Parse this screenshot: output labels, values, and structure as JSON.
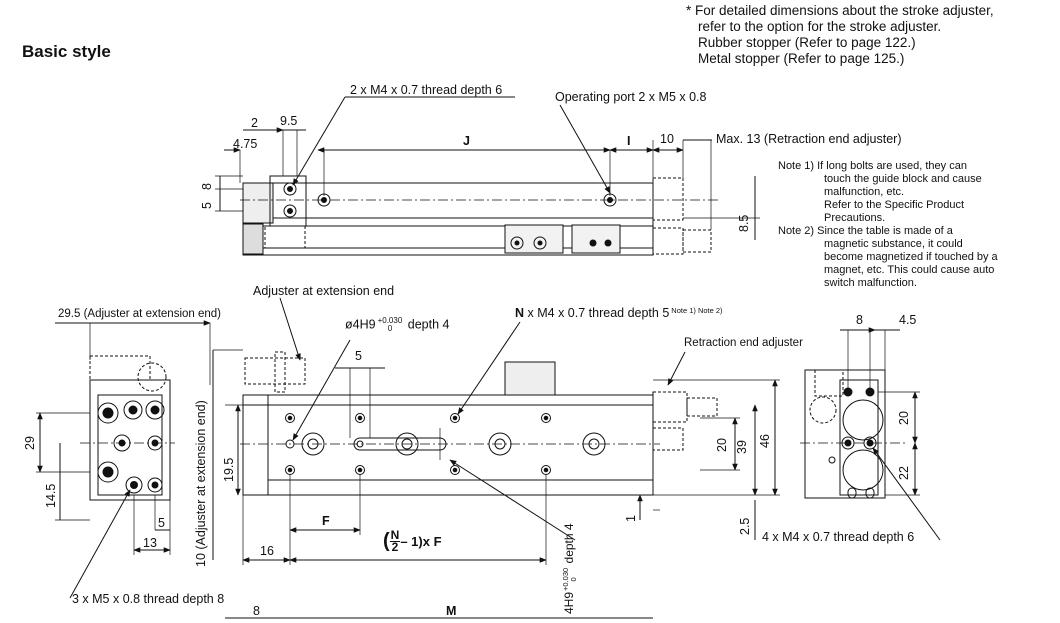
{
  "title": "Basic style",
  "top_note": [
    "* For detailed dimensions about the stroke adjuster,",
    "refer to the option for the stroke adjuster.",
    "Rubber stopper (Refer to page 122.)",
    "Metal stopper (Refer to page 125.)"
  ],
  "notes": [
    "Note 1) If long bolts are used, they can",
    "touch the guide block and cause",
    "malfunction, etc.",
    "Refer to the Specific Product",
    "Precautions.",
    "Note 2) Since the table is made of a",
    "magnetic substance, it could",
    "become magnetized if touched by a",
    "magnet, etc. This could cause auto",
    "switch malfunction."
  ],
  "top_view": {
    "thread_label": "2 x M4 x 0.7 thread depth 6",
    "port_label": "Operating port 2 x M5 x 0.8",
    "dim_2": "2",
    "dim_9_5": "9.5",
    "dim_4_75": "4.75",
    "dim_J": "J",
    "dim_I": "I",
    "dim_10": "10",
    "max13": "Max. 13 (Retraction end adjuster)",
    "dim_8": "8",
    "dim_5": "5",
    "dim_8_5": "8.5"
  },
  "front_view": {
    "adjuster_ext": "Adjuster at extension end",
    "hole_prefix": "ø4H9",
    "hole_tol_upper": "+0.030",
    "hole_tol_lower": "0",
    "hole_suffix": "depth 4",
    "dim_5": "5",
    "n_prefix": "N",
    "n_text": "x M4 x 0.7 thread depth 5",
    "n_notes": "Note 1) Note 2)",
    "retraction_adj": "Retraction end adjuster",
    "dim_20": "20",
    "dim_39": "39",
    "dim_46": "46",
    "dim_19_5": "19.5",
    "dim_10_adj": "10 (Adjuster at extension end)",
    "dim_F": "F",
    "dim_16": "16",
    "formula_num": "N",
    "formula_den": "2",
    "formula_rest": "– 1)x F",
    "formula_open": "(",
    "dim_1": "1",
    "dim_2_5": "2.5",
    "dim_4h9": "4H9",
    "dim_4h9_tol_upper": "+0.030",
    "dim_4h9_tol_lower": "0",
    "dim_4h9_depth": "depth 4",
    "dim_8": "8",
    "dim_M": "M"
  },
  "left_view": {
    "adjuster_ext": "29.5 (Adjuster at extension end)",
    "dim_29": "29",
    "dim_14_5": "14.5",
    "dim_5": "5",
    "dim_13": "13",
    "thread": "3 x M5 x 0.8 thread depth 8"
  },
  "right_view": {
    "dim_8": "8",
    "dim_4_5": "4.5",
    "dim_20": "20",
    "dim_22": "22",
    "thread": "4 x M4 x 0.7 thread depth 6"
  }
}
